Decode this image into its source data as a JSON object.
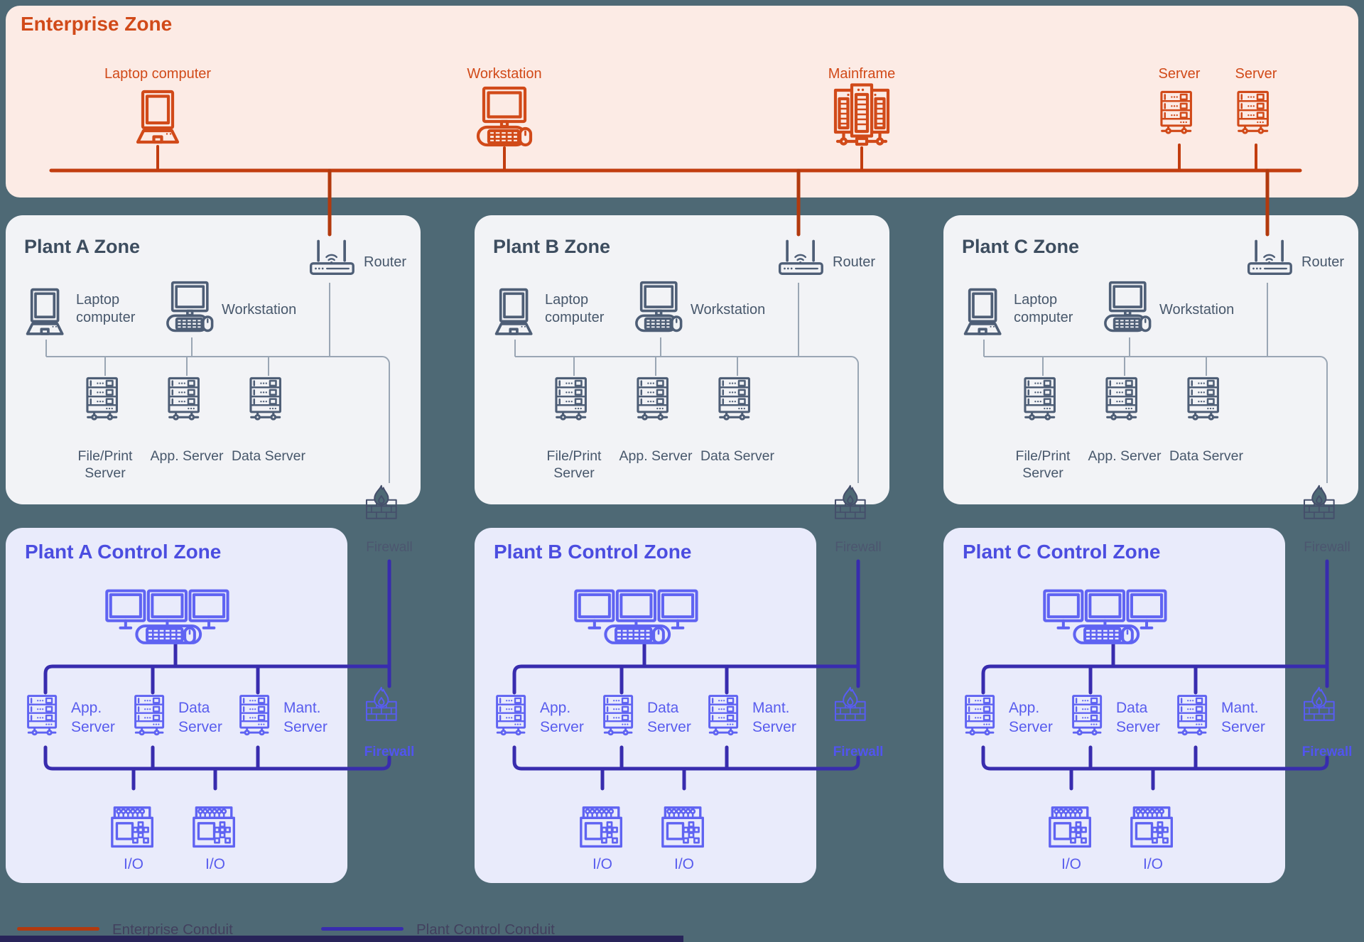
{
  "enterprise": {
    "title": "Enterprise Zone",
    "devices": [
      {
        "name": "laptop",
        "label": "Laptop computer"
      },
      {
        "name": "workstation",
        "label": "Workstation"
      },
      {
        "name": "mainframe",
        "label": "Mainframe"
      },
      {
        "name": "server-1",
        "label": "Server"
      },
      {
        "name": "server-2",
        "label": "Server"
      }
    ]
  },
  "plant_zones": [
    {
      "title": "Plant A Zone",
      "laptop": "Laptop computer",
      "workstation": "Workstation",
      "router": "Router",
      "servers": [
        "File/Print Server",
        "App. Server",
        "Data Server"
      ],
      "firewall": "Firewall"
    },
    {
      "title": "Plant B Zone",
      "laptop": "Laptop computer",
      "workstation": "Workstation",
      "router": "Router",
      "servers": [
        "File/Print Server",
        "App. Server",
        "Data Server"
      ],
      "firewall": "Firewall"
    },
    {
      "title": "Plant C Zone",
      "laptop": "Laptop computer",
      "workstation": "Workstation",
      "router": "Router",
      "servers": [
        "File/Print Server",
        "App. Server",
        "Data Server"
      ],
      "firewall": "Firewall"
    }
  ],
  "control_zones": [
    {
      "title": "Plant A Control Zone",
      "servers": [
        "App. Server",
        "Data Server",
        "Mant. Server"
      ],
      "io": [
        "I/O",
        "I/O"
      ],
      "firewall": "Firewall"
    },
    {
      "title": "Plant B Control Zone",
      "servers": [
        "App. Server",
        "Data Server",
        "Mant. Server"
      ],
      "io": [
        "I/O",
        "I/O"
      ],
      "firewall": "Firewall"
    },
    {
      "title": "Plant C Control Zone",
      "servers": [
        "App. Server",
        "Data Server",
        "Mant. Server"
      ],
      "io": [
        "I/O",
        "I/O"
      ],
      "firewall": "Firewall"
    }
  ],
  "legend": {
    "enterprise_conduit": "Enterprise Conduit",
    "plant_control_conduit": "Plant Control Conduit"
  },
  "colors": {
    "background": "#4E6975",
    "enterprise_accent": "#D14A19",
    "enterprise_conduit": "#C23D0F",
    "plant_accent": "#47576B",
    "control_accent": "#585CEE",
    "plant_control_conduit": "#382CAE",
    "slate_firewall": "#454F6B",
    "blue_firewall": "#585CF4"
  }
}
